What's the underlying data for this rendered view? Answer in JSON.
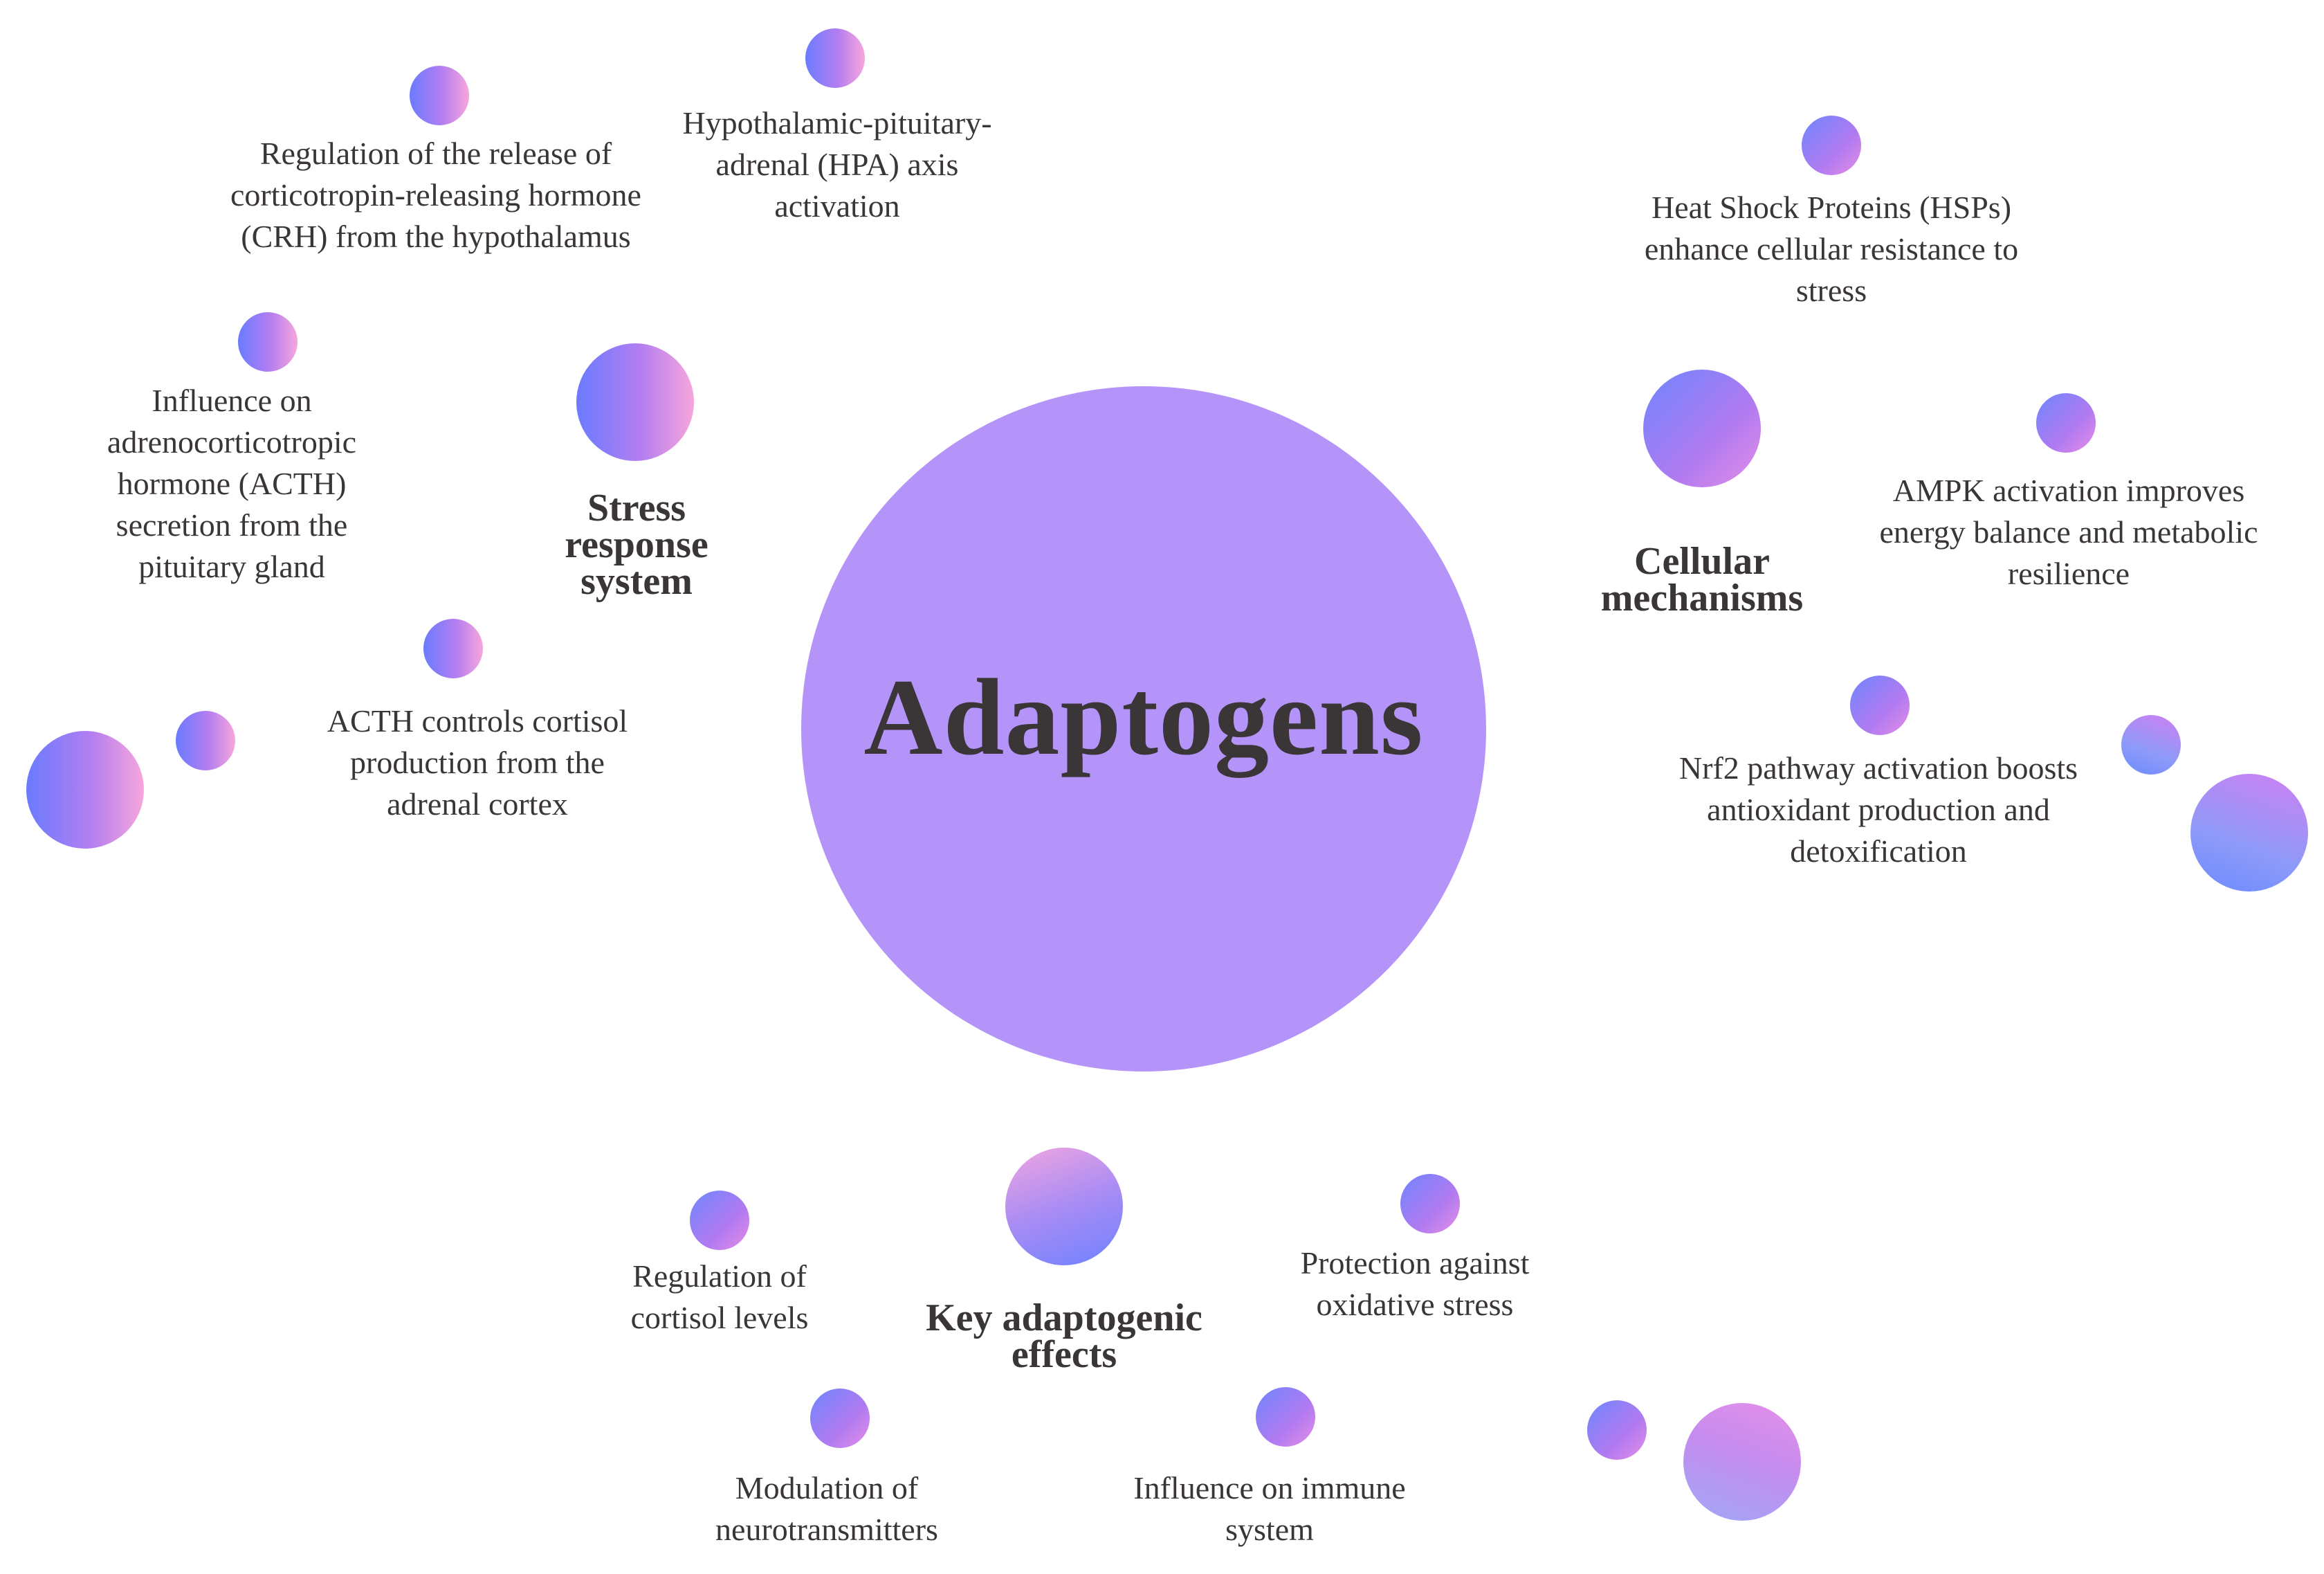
{
  "hub": {
    "label": "Adaptogens",
    "color": "#b594f9"
  },
  "categories": {
    "stress": "Stress response system",
    "cellular": "Cellular mechanisms",
    "effects": "Key adaptogenic effects"
  },
  "stress_items": {
    "crh": "Regulation of the release of corticotropin-releasing hormone (CRH) from the hypothalamus",
    "hpa": "Hypothalamic-pituitary-adrenal (HPA) axis activation",
    "acth_secretion": "Influence on adrenocorticotropic hormone (ACTH) secretion from the pituitary gland",
    "cortisol_production": "ACTH controls cortisol production from the adrenal cortex"
  },
  "cellular_items": {
    "hsp": "Heat Shock Proteins (HSPs) enhance cellular resistance to stress",
    "ampk": "AMPK activation improves energy balance and metabolic resilience",
    "nrf2": "Nrf2 pathway activation boosts antioxidant production and detoxification"
  },
  "effects_items": {
    "cortisol": "Regulation of cortisol levels",
    "oxidative": "Protection against oxidative stress",
    "neuro": "Modulation of neurotransmitters",
    "immune": "Influence on immune system"
  },
  "gradient_colors": [
    "#6a7bff",
    "#b47ef0",
    "#f7a6dc"
  ]
}
